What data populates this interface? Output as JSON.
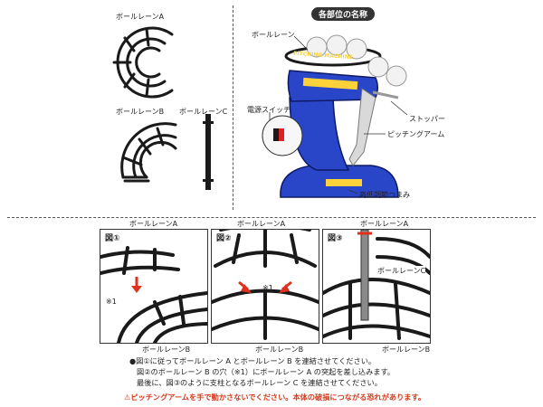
{
  "parts": {
    "lane_a": "ボールレーンA",
    "lane_b": "ボールレーンB",
    "lane_c": "ボールレーンC"
  },
  "names_section": {
    "title": "各部位の名称",
    "ball_lane": "ボールレーン",
    "power_switch": "電源スイッチ",
    "stopper": "ストッパー",
    "pitching_arm": "ピッチングアーム",
    "height_knob": "高低調節つまみ",
    "machine_logo": "PITCHING MACHINE"
  },
  "figures": [
    {
      "label": "図①",
      "top_label": "ボールレーンA",
      "mark_label": "※1",
      "bottom_label": "ボールレーンB"
    },
    {
      "label": "図②",
      "top_label": "ボールレーンA",
      "mark_label": "※1",
      "bottom_label": "ボールレーンB"
    },
    {
      "label": "図③",
      "top_label": "ボールレーンA",
      "side_label": "ボールレーンC",
      "bottom_label": "ボールレーンB"
    }
  ],
  "instructions": [
    "●図①に従ってボールレーン A とボールレーン B を連結させてください。",
    "図②のボールレーン B の穴（※1）にボールレーン A の突起を差し込みます。",
    "最後に、図③のように支柱となるボールレーン C を連結させてください。"
  ],
  "warning": "⚠ピッチングアームを手で動かさないでください。本体の破損につながる恐れがあります。",
  "colors": {
    "machine_blue": "#2a46c8",
    "warning_red": "#d43b1c",
    "arrow_red": "#e0301e"
  }
}
